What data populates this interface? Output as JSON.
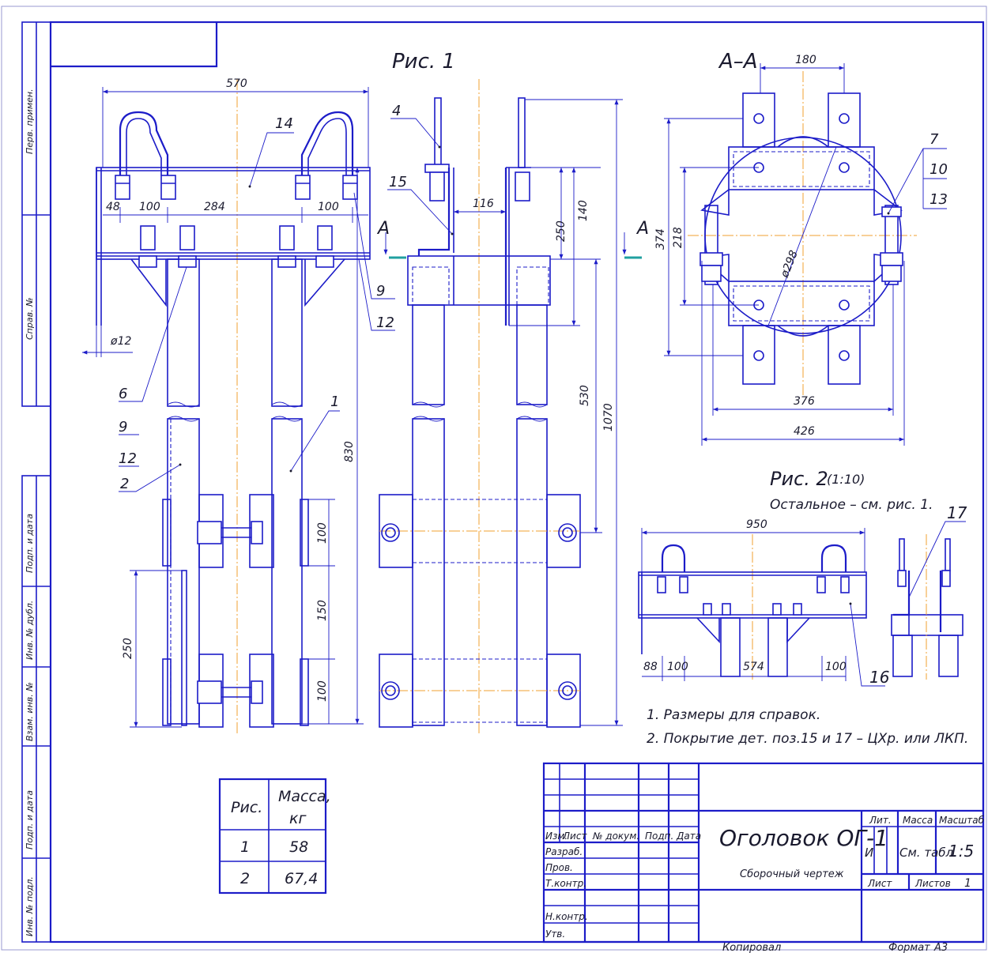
{
  "sidebar": [
    "Перв. примен.",
    "Справ. №",
    "Подп. и дата",
    "Инв. № дубл.",
    "Взам. инв. №",
    "Подп. и дата",
    "Инв. № подл."
  ],
  "fig1": {
    "title": "Рис. 1",
    "dims": {
      "d570": "570",
      "d48": "48",
      "d100a": "100",
      "d284": "284",
      "d100b": "100",
      "d116": "116",
      "d250a": "250",
      "d140": "140",
      "d1070": "1070",
      "d530": "530",
      "d830": "830",
      "d100c": "100",
      "d150": "150",
      "d100d": "100",
      "d250b": "250",
      "phi12": "ø12"
    },
    "callouts": {
      "c14": "14",
      "c4": "4",
      "c15": "15",
      "c9": "9",
      "c12": "12",
      "c6": "6",
      "c9b": "9",
      "c12b": "12",
      "c1": "1",
      "c2": "2",
      "cutA1": "А",
      "cutA2": "А"
    }
  },
  "section": {
    "title": "А–А",
    "dims": {
      "d180": "180",
      "d374": "374",
      "d218": "218",
      "d298": "ø298",
      "d376": "376",
      "d426": "426"
    },
    "callouts": {
      "c7": "7",
      "c10": "10",
      "c13": "13"
    }
  },
  "fig2": {
    "title": "Рис. 2",
    "scale": "(1:10)",
    "note": "Остальное – см. рис. 1.",
    "dims": {
      "d950": "950",
      "d88": "88",
      "d100a": "100",
      "d574": "574",
      "d100b": "100"
    },
    "callouts": {
      "c17": "17",
      "c16": "16"
    }
  },
  "notes": [
    "1. Размеры для справок.",
    "2. Покрытие дет. поз.15 и 17 – ЦХр. или ЛКП."
  ],
  "mass_table": {
    "headers": [
      "Рис.",
      "Масса,",
      "кг"
    ],
    "rows": [
      [
        "1",
        "58"
      ],
      [
        "2",
        "67,4"
      ]
    ]
  },
  "title_block": {
    "col_headers": [
      "Изм.",
      "Лист",
      "№ докум.",
      "Подп.",
      "Дата"
    ],
    "roles": [
      "Разраб.",
      "Пров.",
      "Т.контр.",
      "Н.контр.",
      "Утв."
    ],
    "title": "Оголовок ОГ-1",
    "subtitle": "Сборочный чертеж",
    "lit_label": "Лит.",
    "mass_label": "Масса",
    "scale_label": "Масштаб",
    "lit_value": "И",
    "mass_value": "См. табл.",
    "scale_value": "1:5",
    "sheet_label": "Лист",
    "sheets_label": "Листов",
    "sheets_value": "1",
    "copied": "Копировал",
    "format": "Формат",
    "format_value": "А3"
  }
}
